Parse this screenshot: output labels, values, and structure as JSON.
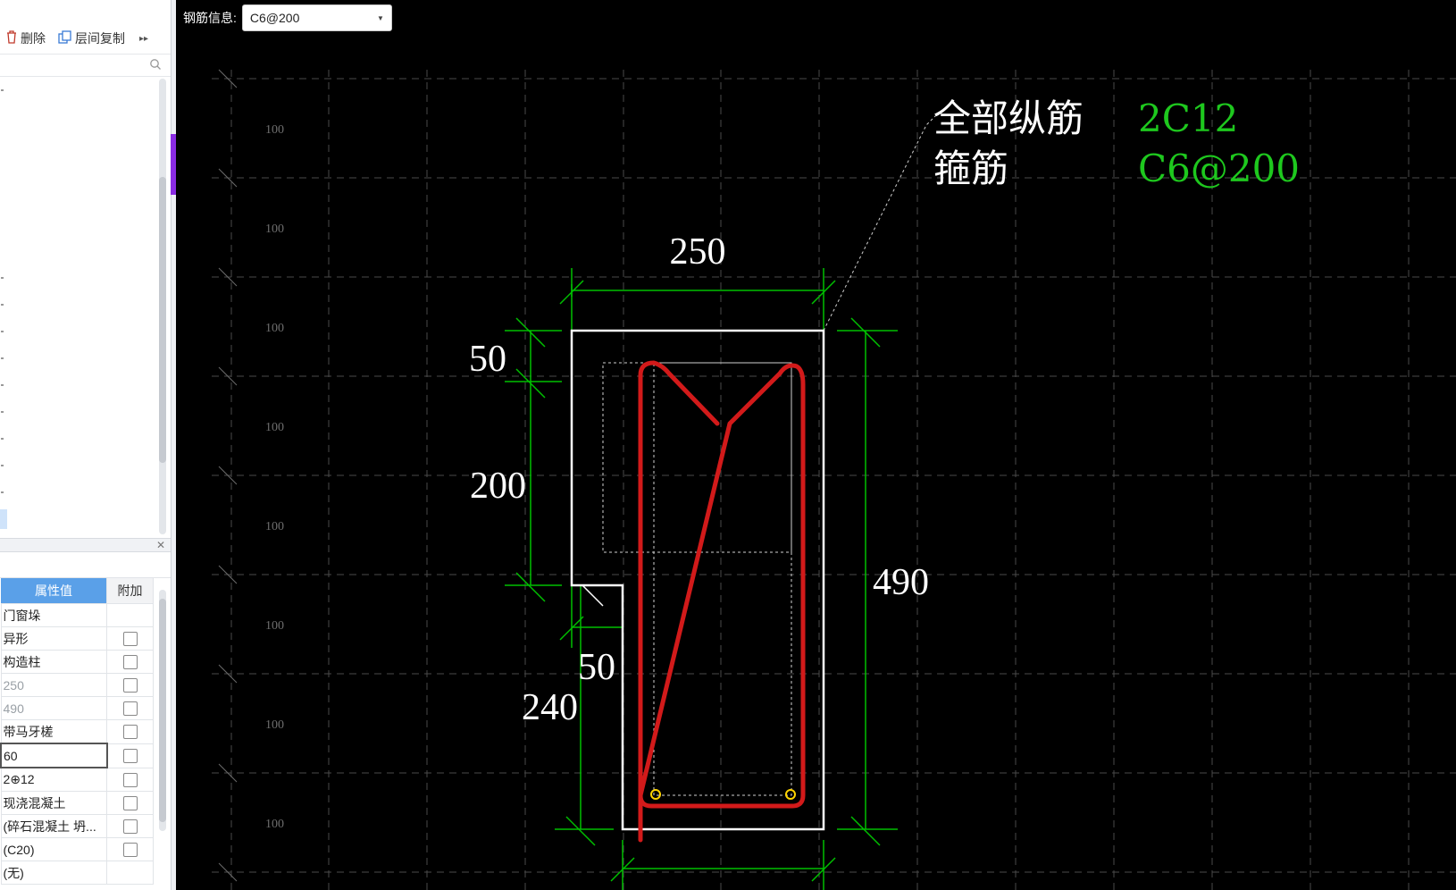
{
  "toolbar": {
    "delete_label": "删除",
    "floor_copy_label": "层间复制",
    "more_label": "▸▸"
  },
  "property_table": {
    "headers": [
      "属性值",
      "附加"
    ],
    "rows": [
      {
        "value": "门窗垛",
        "has_checkbox": false,
        "muted": false
      },
      {
        "value": "异形",
        "has_checkbox": true,
        "muted": false
      },
      {
        "value": "构造柱",
        "has_checkbox": true,
        "muted": false
      },
      {
        "value": "250",
        "has_checkbox": true,
        "muted": true
      },
      {
        "value": "490",
        "has_checkbox": true,
        "muted": true
      },
      {
        "value": "带马牙槎",
        "has_checkbox": true,
        "muted": false
      },
      {
        "value": "60",
        "has_checkbox": true,
        "muted": false
      },
      {
        "value": "2⊕12",
        "has_checkbox": true,
        "muted": false
      },
      {
        "value": "现浇混凝土",
        "has_checkbox": true,
        "muted": false
      },
      {
        "value": "(碎石混凝土 坍...",
        "has_checkbox": true,
        "muted": false
      },
      {
        "value": "(C20)",
        "has_checkbox": true,
        "muted": false
      },
      {
        "value": "(无)",
        "has_checkbox": false,
        "muted": false
      }
    ]
  },
  "rebar_info": {
    "label": "钢筋信息:",
    "value": "C6@200"
  },
  "drawing": {
    "grid_label": "100",
    "annotation": {
      "longitudinal_label": "全部纵筋",
      "longitudinal_value": "2C12",
      "stirrup_label": "箍筋",
      "stirrup_value": "C6@200"
    },
    "dimensions": {
      "top_width": "250",
      "left_top": "50",
      "left_mid": "200",
      "step_width": "50",
      "left_bottom": "240",
      "right_height": "490"
    }
  },
  "colors": {
    "canvas_bg": "#000000",
    "grid": "#4a4a4a",
    "dimension": "#00c000",
    "outline": "#ffffff",
    "rebar": "#d21a1a",
    "annotation_value": "#1ec81e",
    "header_blue": "#5aa0e8"
  }
}
